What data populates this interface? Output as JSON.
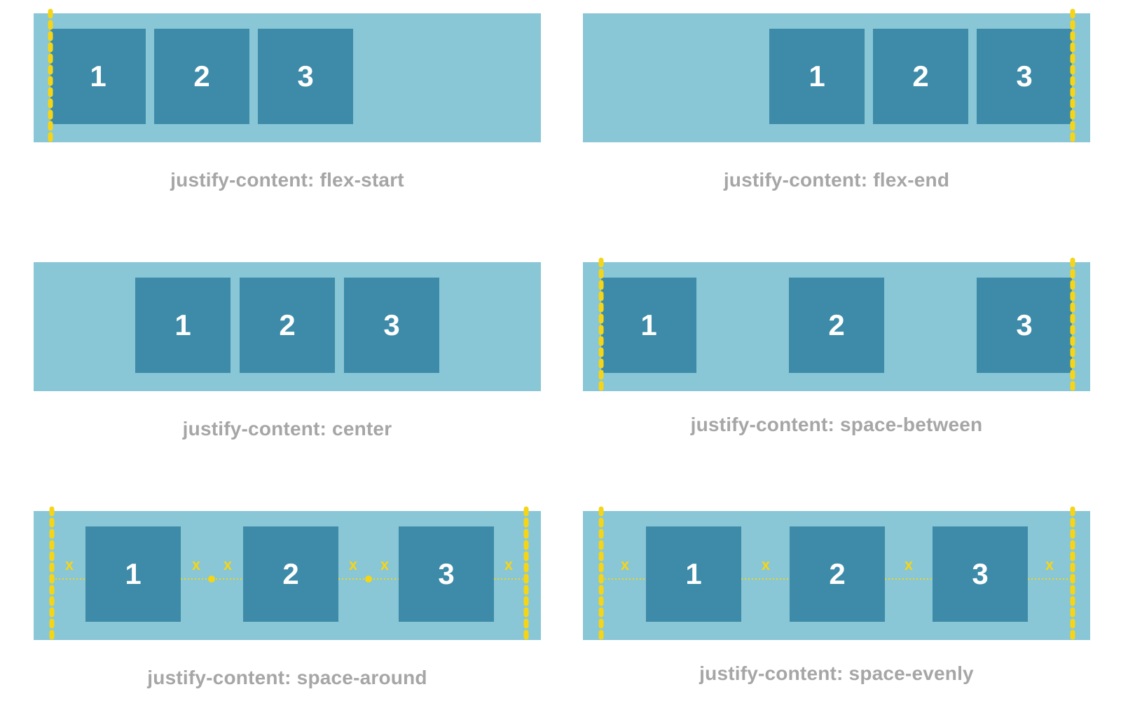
{
  "colors": {
    "container": "#89c6d6",
    "item": "#3d8ba8",
    "item_text": "#ffffff",
    "guide": "#f5d516",
    "caption": "#a6a6a6"
  },
  "panels": [
    {
      "caption": "justify-content: flex-start",
      "items": [
        "1",
        "2",
        "3"
      ],
      "guides": "start"
    },
    {
      "caption": "justify-content: flex-end",
      "items": [
        "1",
        "2",
        "3"
      ],
      "guides": "end"
    },
    {
      "caption": "justify-content: center",
      "items": [
        "1",
        "2",
        "3"
      ],
      "guides": "none"
    },
    {
      "caption": "justify-content: space-between",
      "items": [
        "1",
        "2",
        "3"
      ],
      "guides": "both"
    },
    {
      "caption": "justify-content: space-around",
      "items": [
        "1",
        "2",
        "3"
      ],
      "guides": "both",
      "gap_label": "x"
    },
    {
      "caption": "justify-content: space-evenly",
      "items": [
        "1",
        "2",
        "3"
      ],
      "guides": "both",
      "gap_label": "x"
    }
  ]
}
